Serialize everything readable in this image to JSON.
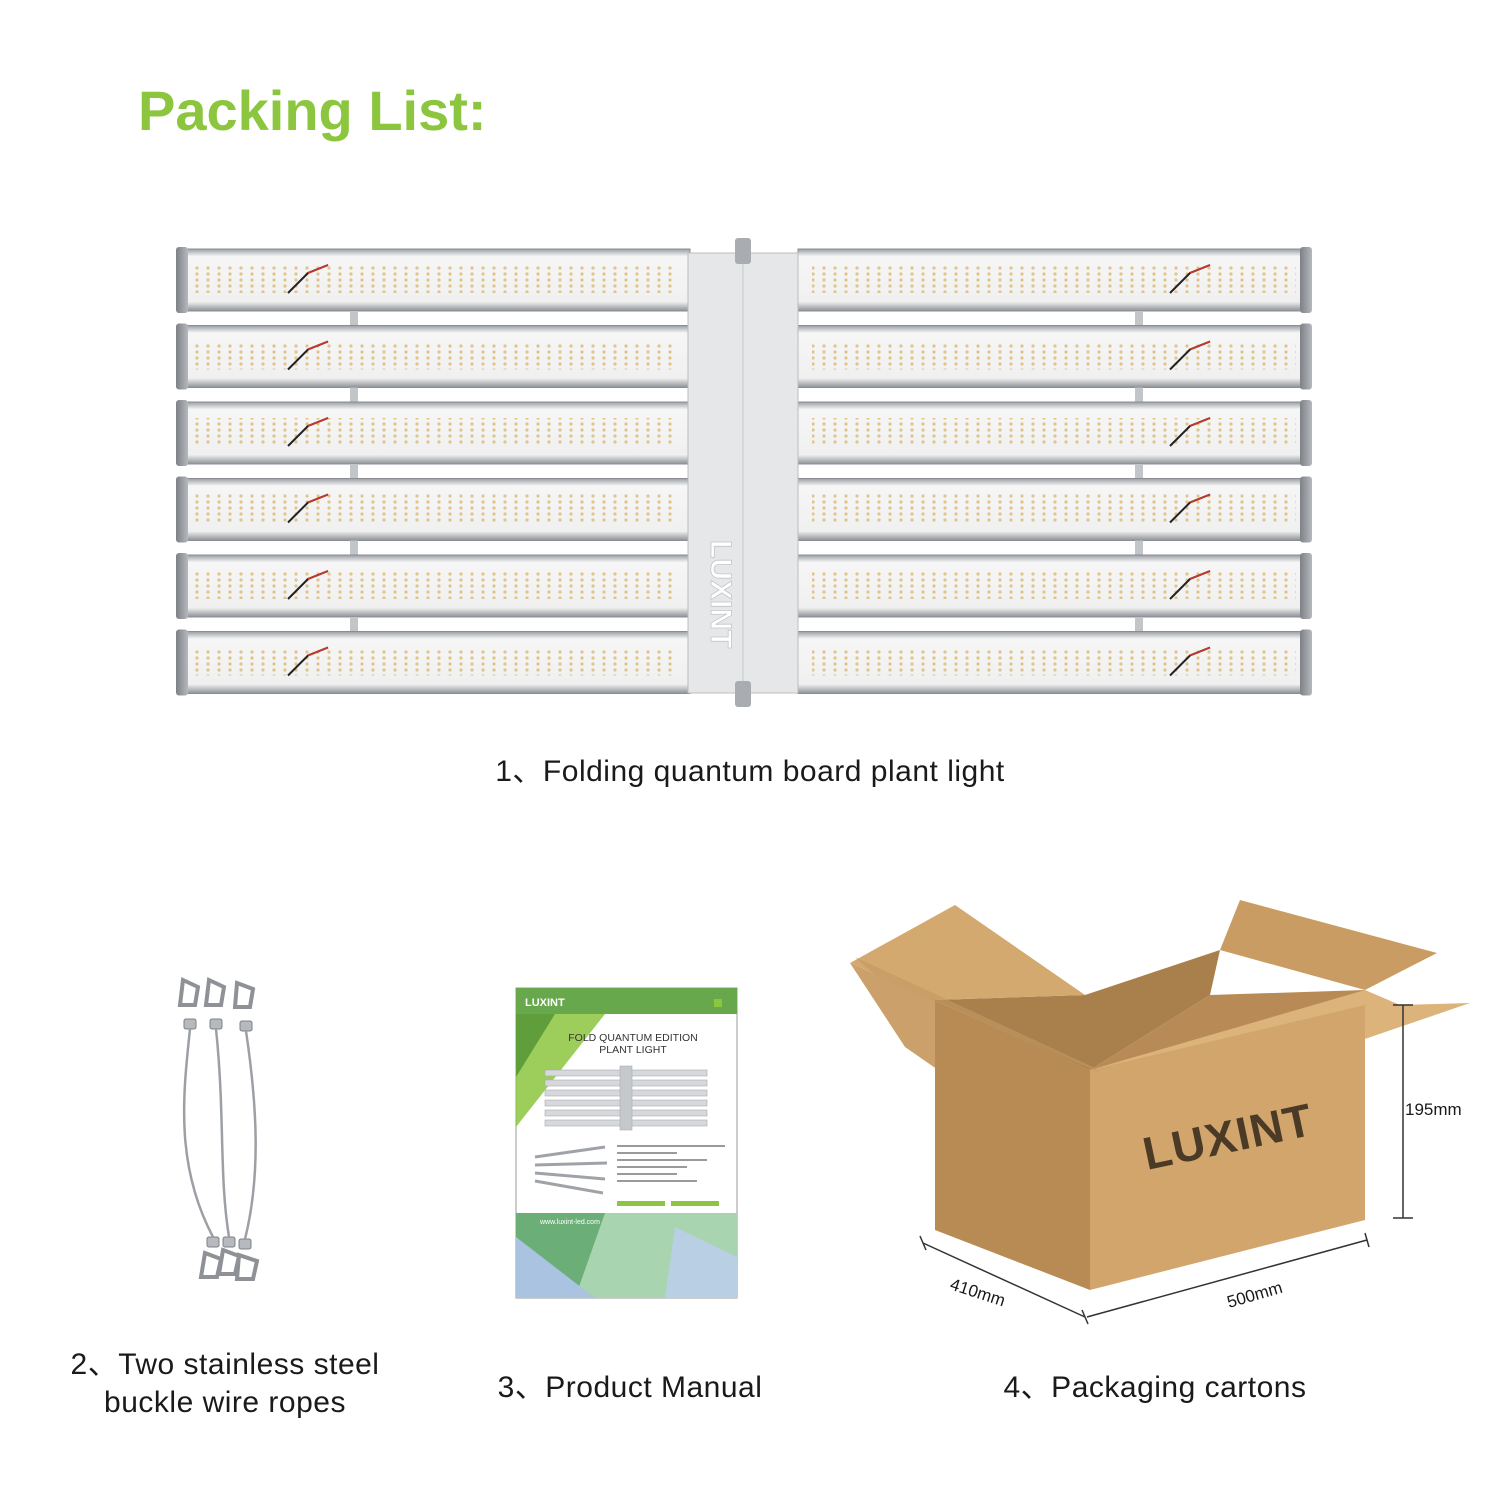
{
  "title": "Packing List:",
  "items": [
    {
      "label": "1、Folding quantum board plant light"
    },
    {
      "label": "2、Two stainless steel buckle wire ropes",
      "line1": "2、Two stainless steel",
      "line2": "buckle wire ropes"
    },
    {
      "label": "3、Product Manual"
    },
    {
      "label": "4、Packaging cartons"
    }
  ],
  "light": {
    "brand": "LUXINT",
    "bars_per_side": 6
  },
  "manual": {
    "logo": "LUXINT",
    "heading_line1": "FOLD QUANTUM EDITION",
    "heading_line2": "PLANT LIGHT",
    "website": "www.luxint-led.com"
  },
  "carton": {
    "brand": "LUXINT",
    "height_label": "195mm",
    "depth_label": "410mm",
    "width_label": "500mm"
  },
  "colors": {
    "accent": "#8cc63f",
    "cardboard": "#d1a56c"
  }
}
